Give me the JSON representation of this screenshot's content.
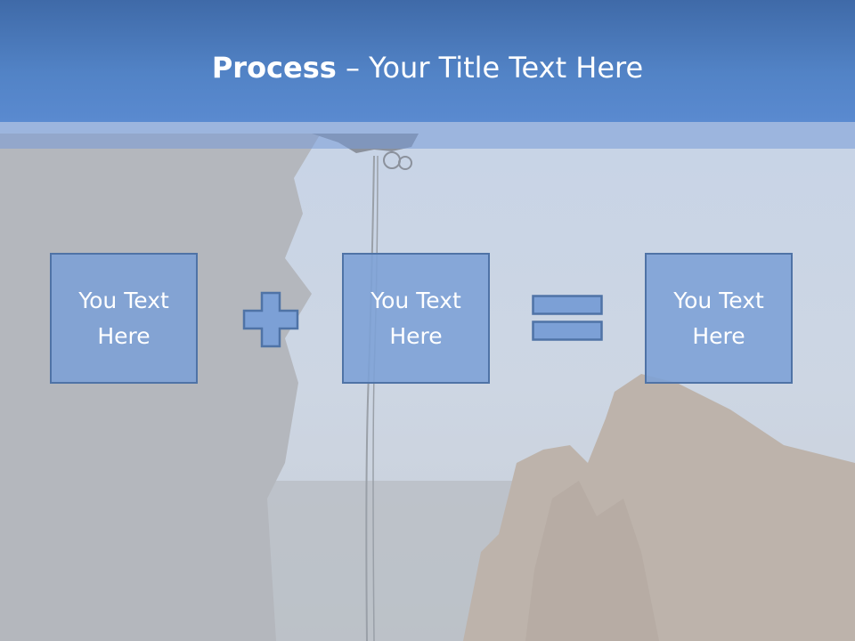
{
  "title": {
    "bold": "Process",
    "rest": " – Your Title Text Here"
  },
  "boxes": [
    {
      "label": "You Text Here"
    },
    {
      "label": "You Text Here"
    },
    {
      "label": "You Text Here"
    }
  ],
  "operators": {
    "plus_icon": "plus-icon",
    "equals_icon": "equals-icon"
  },
  "colors": {
    "header": "#4f7ec2",
    "box_fill": "#7ca0d6",
    "box_border": "#4f73a6",
    "text": "#ffffff"
  }
}
